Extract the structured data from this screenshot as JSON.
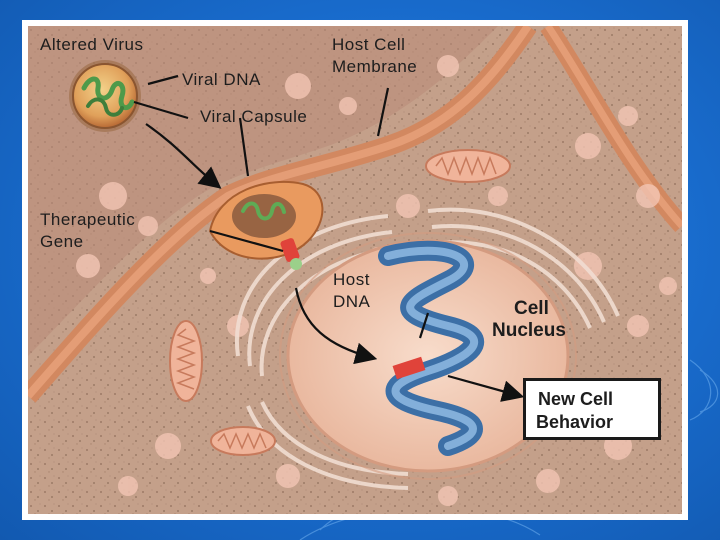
{
  "labels": {
    "altered_virus": "Altered Virus",
    "viral_dna": "Viral DNA",
    "host_cell_membrane": [
      "Host Cell",
      "Membrane"
    ],
    "viral_capsule": "Viral Capsule",
    "therapeutic_gene": [
      "Therapeutic",
      "Gene"
    ],
    "host_dna": [
      "Host",
      "DNA"
    ],
    "cell_nucleus": [
      "Cell",
      "Nucleus"
    ],
    "new_cell_behavior": [
      "New Cell",
      "Behavior"
    ]
  },
  "colors": {
    "slide_background": "#1a6fd2",
    "cytoplasm": "#c9a38c",
    "cell_wall": "#d98a64",
    "nucleus": "#f2c7b0",
    "dna_helix": "#5b8fc4",
    "inserted_gene": "#e0433a",
    "viral_dna": "#4f9a4a"
  }
}
